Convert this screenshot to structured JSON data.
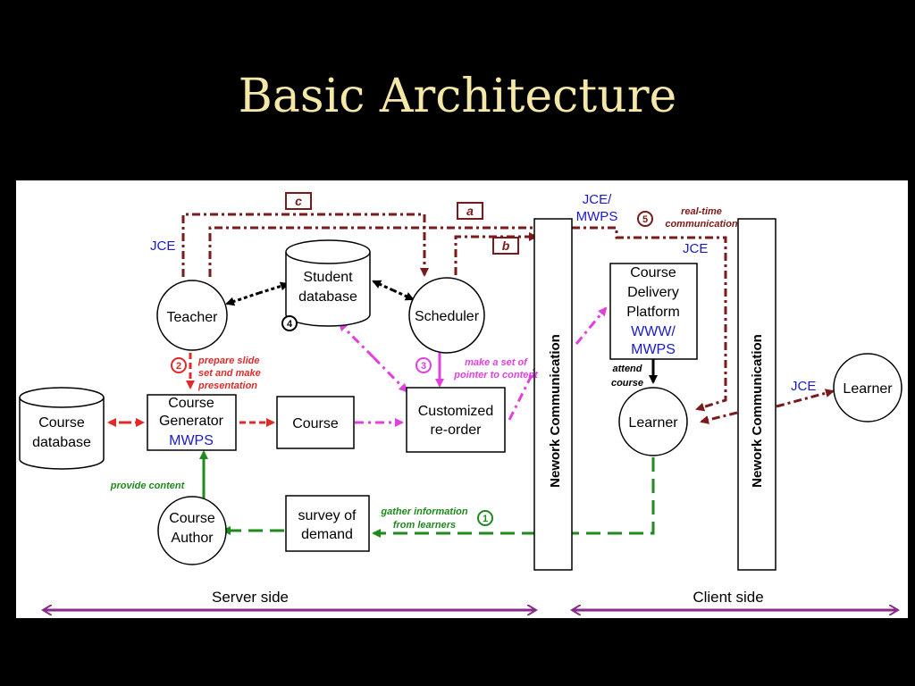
{
  "slide": {
    "title": "Basic Architecture"
  },
  "colors": {
    "background": "#000000",
    "title": "#f5e7a6",
    "panel": "#ffffff",
    "dark_red": "#7a1a1a",
    "red": "#e02a2a",
    "magenta": "#e040e0",
    "green": "#1e8a1e",
    "blue": "#1a1ac8",
    "purple": "#8a2a8a",
    "black": "#000000"
  },
  "diagram": {
    "nodes": {
      "teacher": "Teacher",
      "student_db": [
        "Student",
        "database"
      ],
      "scheduler": "Scheduler",
      "course_db": [
        "Course",
        "database"
      ],
      "course_generator": [
        "Course",
        "Generator",
        "MWPS"
      ],
      "course": "Course",
      "customized": [
        "Customized",
        "re-order"
      ],
      "course_author": [
        "Course",
        "Author"
      ],
      "survey": [
        "survey of",
        "demand"
      ],
      "delivery_platform": [
        "Course",
        "Delivery",
        "Platform",
        "WWW/",
        "MWPS"
      ],
      "learner_main": "Learner",
      "learner_remote": "Learner",
      "net_comm_1": "Nework Communication",
      "net_comm_2": "Nework Communication"
    },
    "markers": {
      "c": "c",
      "a": "a",
      "b": "b"
    },
    "steps": {
      "one": "1",
      "two": "2",
      "three": "3",
      "four": "4",
      "five": "5"
    },
    "labels": {
      "jce_left": "JCE",
      "jce_mwps": [
        "JCE/",
        "MWPS"
      ],
      "realtime": [
        "real-time",
        "communication"
      ],
      "jce_right": "JCE",
      "jce_learner": "JCE",
      "prepare": [
        "prepare slide",
        "set and make",
        "presentation"
      ],
      "make_set": [
        "make a set of",
        "pointer to content"
      ],
      "attend": [
        "attend",
        "course"
      ],
      "provide": "provide content",
      "gather": [
        "gather information",
        "from learners"
      ],
      "server_side": "Server side",
      "client_side": "Client side"
    }
  }
}
